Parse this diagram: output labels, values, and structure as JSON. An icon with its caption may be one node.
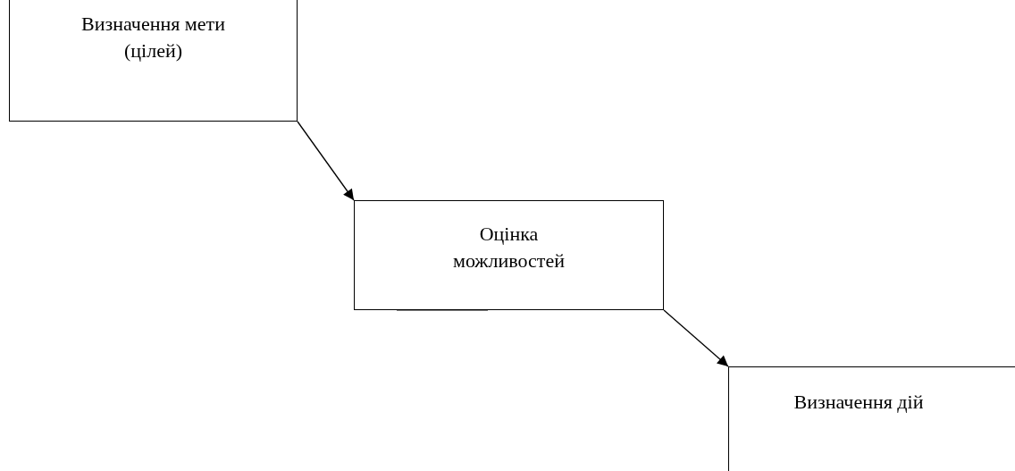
{
  "diagram": {
    "nodes": [
      {
        "text": [
          "Визначення мети (цілей)"
        ]
      },
      {
        "text": [
          "Оцінка можливостей"
        ]
      },
      {
        "text": [
          "Визначення дій"
        ]
      }
    ],
    "edges": [
      {
        "from": 0,
        "to": 1,
        "arrow": "to"
      },
      {
        "from": 1,
        "to": 2,
        "arrow": "to"
      }
    ]
  }
}
